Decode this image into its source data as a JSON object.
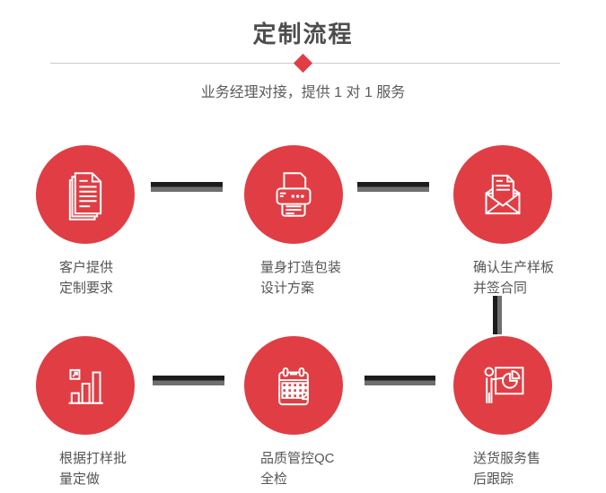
{
  "header": {
    "title": "定制流程",
    "subtitle": "业务经理对接，提供 1 对 1 服务"
  },
  "steps": [
    {
      "icon": "documents-icon",
      "label_line1": "客户提供",
      "label_line2": "定制要求"
    },
    {
      "icon": "printer-icon",
      "label_line1": "量身打造包装",
      "label_line2": "设计方案"
    },
    {
      "icon": "envelope-icon",
      "label_line1": "确认生产样板",
      "label_line2": "并签合同"
    },
    {
      "icon": "bar-chart-icon",
      "label_line1": "根据打样批",
      "label_line2": "量定做"
    },
    {
      "icon": "calendar-icon",
      "label_line1": "品质管控QC",
      "label_line2": "全检"
    },
    {
      "icon": "presenter-icon",
      "label_line1": "送货服务售",
      "label_line2": "后跟踪"
    }
  ],
  "colors": {
    "accent_red": "#e03e44",
    "title_gray": "#4d4d4d",
    "text_gray": "#555555",
    "divider_gray": "#c9c9c9",
    "connector_dark": "#1c1c1c",
    "connector_gray": "#6f6f6f"
  }
}
